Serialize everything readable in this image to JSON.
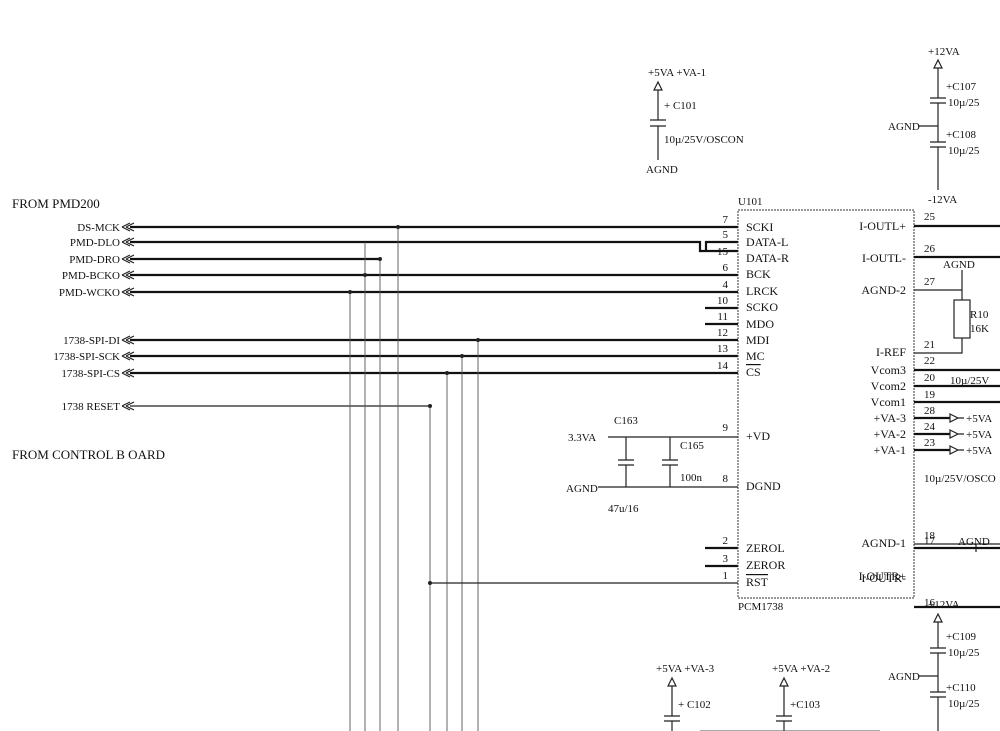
{
  "headers": {
    "from_pmd": "FROM PMD200",
    "from_control": "FROM CONTROL B OARD"
  },
  "signals": [
    {
      "label": "DS-MCK"
    },
    {
      "label": "PMD-DLO"
    },
    {
      "label": "PMD-DRO"
    },
    {
      "label": "PMD-BCKO"
    },
    {
      "label": "PMD-WCKO"
    },
    {
      "label": "1738-SPI-DI"
    },
    {
      "label": "1738-SPI-SCK"
    },
    {
      "label": "1738-SPI-CS"
    },
    {
      "label": "1738 RESET"
    }
  ],
  "chip": {
    "ref": "U101",
    "part": "PCM1738",
    "left_pins": [
      {
        "num": "7",
        "name": "SCKI"
      },
      {
        "num": "5",
        "name": "DATA-L"
      },
      {
        "num": "15",
        "name": "DATA-R"
      },
      {
        "num": "6",
        "name": "BCK"
      },
      {
        "num": "4",
        "name": "LRCK"
      },
      {
        "num": "10",
        "name": "SCKO"
      },
      {
        "num": "11",
        "name": "MDO"
      },
      {
        "num": "12",
        "name": "MDI"
      },
      {
        "num": "13",
        "name": "MC"
      },
      {
        "num": "14",
        "name": "CS"
      },
      {
        "num": "9",
        "name": "+VD"
      },
      {
        "num": "8",
        "name": "DGND"
      },
      {
        "num": "2",
        "name": "ZEROL"
      },
      {
        "num": "3",
        "name": "ZEROR"
      },
      {
        "num": "1",
        "name": "RST"
      }
    ],
    "right_pins": [
      {
        "num": "25",
        "name": "I-OUTL+"
      },
      {
        "num": "26",
        "name": "I-OUTL-"
      },
      {
        "num": "27",
        "name": "AGND-2"
      },
      {
        "num": "21",
        "name": "I-REF"
      },
      {
        "num": "22",
        "name": "Vcom3"
      },
      {
        "num": "20",
        "name": "Vcom2"
      },
      {
        "num": "19",
        "name": "Vcom1"
      },
      {
        "num": "28",
        "name": "+VA-3"
      },
      {
        "num": "24",
        "name": "+VA-2"
      },
      {
        "num": "23",
        "name": "+VA-1"
      },
      {
        "num": "18",
        "name": "AGND-1"
      },
      {
        "num": "17",
        "name": "I-OUTR+"
      },
      {
        "num": "16",
        "name": "I-OUTR-"
      }
    ]
  },
  "components": {
    "c101_rail": "+5VA +VA-1",
    "c101_ref": "+ C101",
    "c101_val": "10µ/25V/OSCON",
    "c101_gnd": "AGND",
    "c107_rail": "+12VA",
    "c107_ref": "+C107",
    "c107_val": "10µ/25",
    "c108_agnd": "AGND",
    "c108_ref": "+C108",
    "c108_val": "10µ/25",
    "neg12": "-12VA",
    "c163_ref": "C163",
    "c163_rail": "3.3VA",
    "c165_ref": "C165",
    "c165_val": "100n",
    "c163_val": "47u/16",
    "dgnd_agnd": "AGND",
    "agnd_r": "AGND",
    "r10_ref": "R10",
    "r10_val": "16K",
    "vcom_cap": "10µ/25V",
    "va3_rail": "+5VA",
    "va2_rail": "+5VA",
    "va1_rail": "+5VA",
    "oscon_val": "10µ/25V/OSCO",
    "agnd1": "AGND",
    "c109_rail": "+12VA",
    "c109_ref": "+C109",
    "c109_val": "10µ/25",
    "c110_agnd": "AGND",
    "c110_ref": "+C110",
    "c110_val": "10µ/25",
    "c102_rail": "+5VA +VA-3",
    "c102_ref": "+ C102",
    "c103_rail": "+5VA +VA-2",
    "c103_ref": "+C103"
  }
}
